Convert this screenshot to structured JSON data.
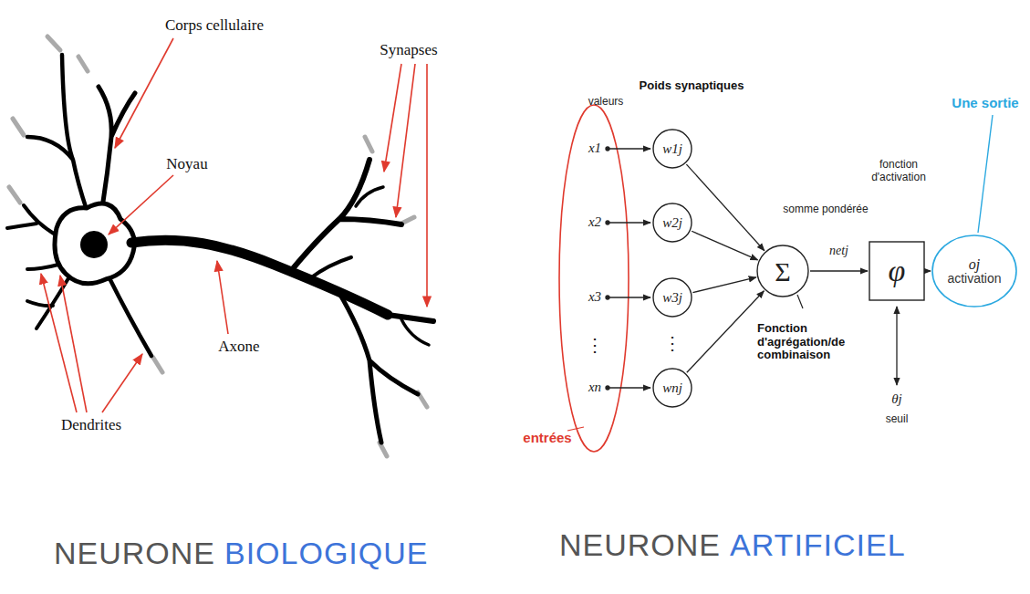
{
  "diagram": {
    "nodes": [
      {
        "text": [
          "w1j"
        ]
      },
      {
        "text": [
          "w2j"
        ]
      },
      {
        "text": [
          "w3j"
        ]
      },
      {
        "text": [
          "wnj"
        ]
      },
      {
        "text": [
          "Σ"
        ]
      },
      {
        "text": [
          "φ"
        ]
      },
      {
        "text": [
          "oj",
          "activation"
        ]
      }
    ],
    "edges": [
      {
        "from": 0,
        "to": 4,
        "arrow": "to"
      },
      {
        "from": 1,
        "to": 4,
        "arrow": "to"
      },
      {
        "from": 2,
        "to": 4,
        "arrow": "to"
      },
      {
        "from": 3,
        "to": 4,
        "arrow": "to"
      },
      {
        "from": 4,
        "to": 5,
        "label": "netj",
        "arrow": "to"
      },
      {
        "from": 5,
        "to": 6,
        "arrow": "to"
      }
    ],
    "labels": [
      "Corps cellulaire",
      "Noyau",
      "Axone",
      "Dendrites",
      "Synapses",
      "NEURONE",
      "BIOLOGIQUE",
      "Poids synaptiques",
      "valeurs",
      "x1",
      "x2",
      "x3",
      "⋮",
      "xn",
      "⋮",
      "somme pondérée",
      "fonction d'activation",
      "Une sortie",
      "Fonction d'agrégation/de combinaison",
      "θj",
      "seuil",
      "entrées",
      "NEURONE",
      "ARTIFICIEL"
    ]
  }
}
